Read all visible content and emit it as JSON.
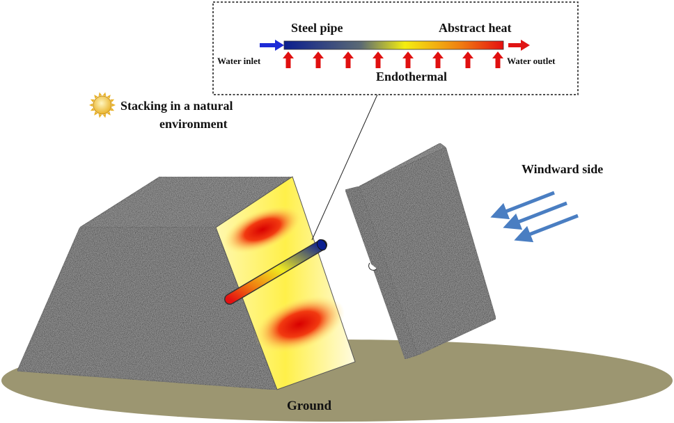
{
  "labels": {
    "steel_pipe": "Steel pipe",
    "abstract_heat": "Abstract heat",
    "water_inlet": "Water inlet",
    "water_outlet": "Water outlet",
    "endothermal": "Endothermal",
    "stacking_line1": "Stacking in a natural",
    "stacking_line2": "environment",
    "windward_side": "Windward side",
    "ground": "Ground"
  },
  "icons": {
    "sun": "sun-icon",
    "heat_arrow": "up-arrow-icon",
    "wind_arrow": "wind-arrow-icon"
  },
  "colors": {
    "ground": "#9c9671",
    "concrete": "#3a3a3a",
    "inlet_arrow": "#1e2bd6",
    "outlet_arrow": "#e01515",
    "heat_arrow": "#e01010",
    "wind_arrow": "#4a7ec2",
    "pipe_cold": "#0b1f8f",
    "pipe_hot": "#e51010",
    "heat_core": "#d80000",
    "heat_outer": "#fff176"
  }
}
